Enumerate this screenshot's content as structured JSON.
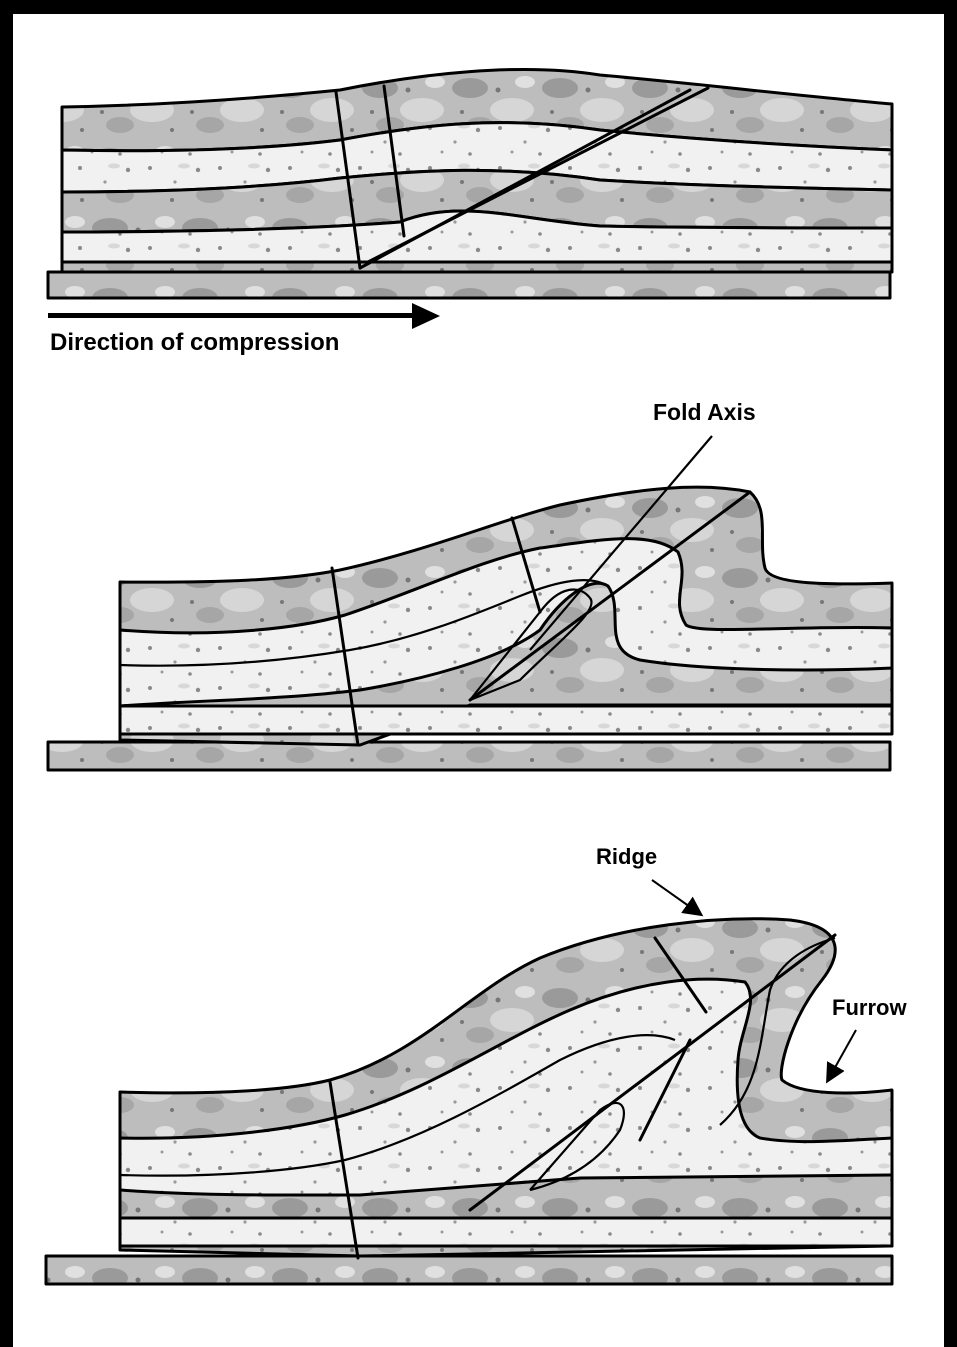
{
  "labels": {
    "direction": "Direction of compression",
    "fold_axis": "Fold Axis",
    "ridge": "Ridge",
    "furrow": "Furrow"
  },
  "colors": {
    "frame": "#000000",
    "background": "#ffffff",
    "rock_dark": "#b5b5b5",
    "rock_light": "#efefef",
    "speckle": "#7a7a7a"
  }
}
